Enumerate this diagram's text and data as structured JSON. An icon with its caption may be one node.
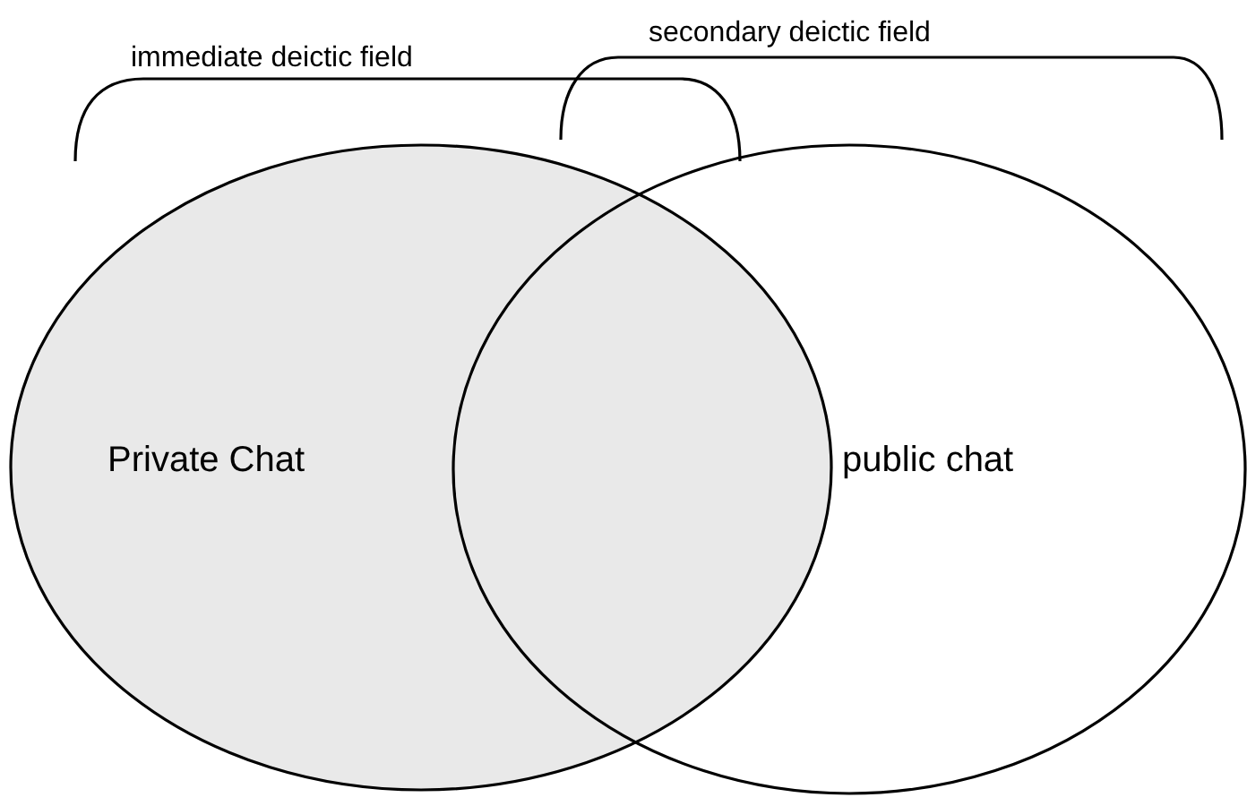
{
  "diagram": {
    "nodes": [
      {
        "text": [
          "Private Chat"
        ]
      },
      {
        "text": [
          "public chat"
        ]
      }
    ],
    "edges": [],
    "labels": [
      "immediate deictic field",
      "secondary deictic field"
    ]
  }
}
